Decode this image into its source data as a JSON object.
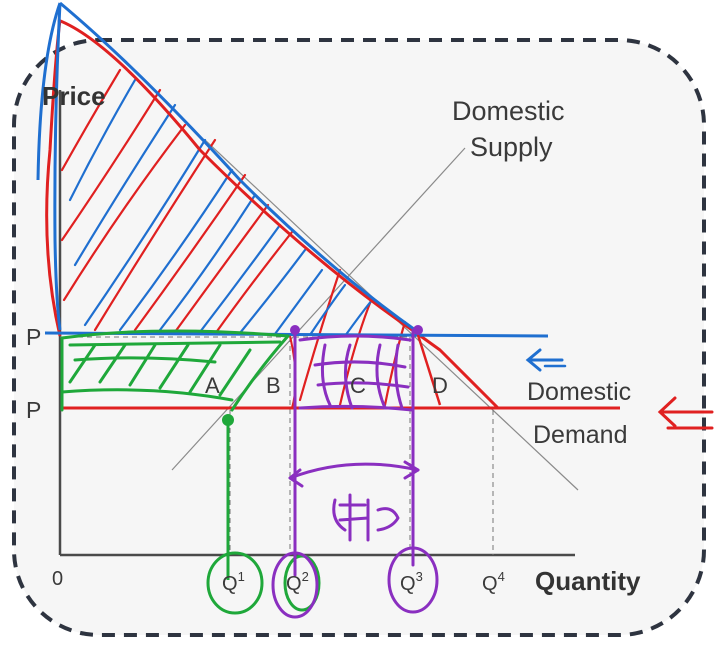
{
  "labels": {
    "price_axis": "Price",
    "quantity_axis": "Quantity",
    "origin": "0",
    "supply_line1": "Domestic",
    "supply_line2": "Supply",
    "demand_line1": "Domestic",
    "demand_line2": "Demand",
    "price_high": "P",
    "price_low": "P",
    "area_a": "A",
    "area_b": "B",
    "area_c": "C",
    "area_d": "D",
    "q1": "Q",
    "q1_sup": "1",
    "q2": "Q",
    "q2_sup": "2",
    "q3": "Q",
    "q3_sup": "3",
    "q4": "Q",
    "q4_sup": "4"
  },
  "colors": {
    "frame": "#2e3440",
    "axis": "#4a4a4a",
    "red": "#e02020",
    "blue": "#1f6fd0",
    "green": "#1fa83a",
    "purple": "#8a2fc0",
    "background": "#f6f6f6"
  }
}
